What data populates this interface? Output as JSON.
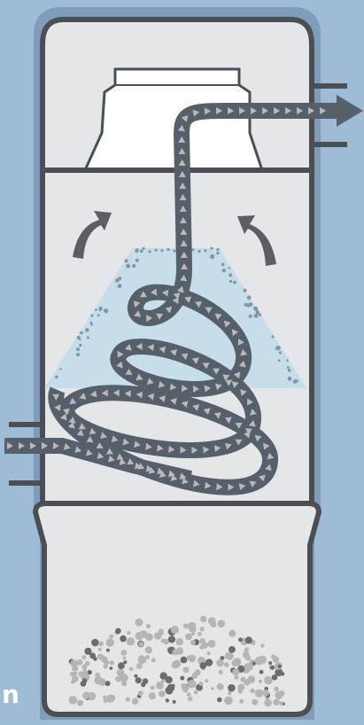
{
  "diagram": {
    "corner_label": "n",
    "colors": {
      "background": "#9fbcd6",
      "body_shadow": "#7f9dbb",
      "outline": "#4b4e52",
      "panel_fill": "#e4e6e8",
      "motor_fill": "#ffffff",
      "airflow_fill": "#55606b",
      "airflow_marks": "#b9b9b9",
      "filter_cone": "#bcdbe9",
      "arrow_fill": "#5b5e62",
      "dust_dark": "#6c6c6c",
      "dust_light": "#b5b5b5"
    },
    "icons": [
      "outlet-airflow-arrow",
      "inlet-airflow-arrow",
      "up-curved-arrow-left",
      "up-curved-arrow-right",
      "dust-particles"
    ]
  }
}
